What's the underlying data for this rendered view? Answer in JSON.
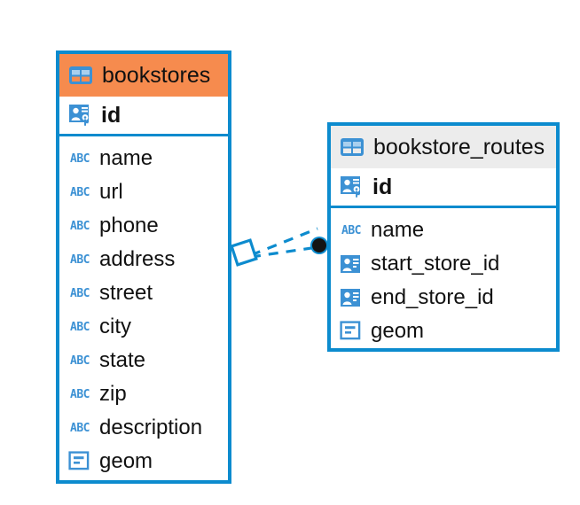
{
  "diagram": {
    "type": "entity-relationship-diagram",
    "background_color": "#ffffff",
    "colors": {
      "border_blue": "#0c8bce",
      "header_accent_orange": "#f68b4e",
      "header_neutral_gray": "#ececec",
      "icon_blue": "#3c91d4",
      "text": "#111111",
      "relation_line": "#0c8bce",
      "relation_endpoint": "#111111"
    },
    "entities": [
      {
        "name": "bookstores",
        "header_style": "accent",
        "table_icon": "table-icon",
        "primary_key": {
          "label": "id",
          "icon": "primary-key-icon"
        },
        "fields": [
          {
            "label": "name",
            "icon": "text-field-icon"
          },
          {
            "label": "url",
            "icon": "text-field-icon"
          },
          {
            "label": "phone",
            "icon": "text-field-icon"
          },
          {
            "label": "address",
            "icon": "text-field-icon"
          },
          {
            "label": "street",
            "icon": "text-field-icon"
          },
          {
            "label": "city",
            "icon": "text-field-icon"
          },
          {
            "label": "state",
            "icon": "text-field-icon"
          },
          {
            "label": "zip",
            "icon": "text-field-icon"
          },
          {
            "label": "description",
            "icon": "text-field-icon"
          },
          {
            "label": "geom",
            "icon": "geometry-field-icon"
          }
        ]
      },
      {
        "name": "bookstore_routes",
        "header_style": "neutral",
        "table_icon": "table-icon",
        "primary_key": {
          "label": "id",
          "icon": "primary-key-icon"
        },
        "fields": [
          {
            "label": "name",
            "icon": "text-field-icon"
          },
          {
            "label": "start_store_id",
            "icon": "foreign-key-icon"
          },
          {
            "label": "end_store_id",
            "icon": "foreign-key-icon"
          },
          {
            "label": "geom",
            "icon": "geometry-field-icon"
          }
        ]
      }
    ],
    "relationship": {
      "from_entity": "bookstores",
      "to_entity": "bookstore_routes",
      "from_marker": "open-diamond-marker",
      "to_marker": "filled-circle-marker",
      "line_style": "dashed",
      "cardinality": "one-to-many"
    }
  }
}
